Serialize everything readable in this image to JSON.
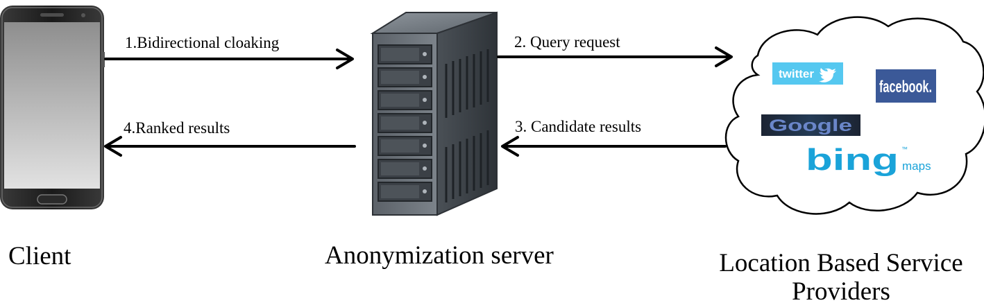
{
  "nodes": {
    "client": {
      "caption": "Client"
    },
    "server": {
      "caption": "Anonymization server"
    },
    "providers": {
      "caption_line1": "Location Based Service",
      "caption_line2": "Providers",
      "logos": {
        "twitter": "twitter",
        "facebook": "facebook.",
        "google": "Google",
        "bing": "bing",
        "bing_maps": "maps",
        "bing_tm": "™"
      }
    }
  },
  "edges": {
    "bidirectional_cloaking": "1.Bidirectional cloaking",
    "query_request": "2. Query request",
    "candidate_results": "3. Candidate results",
    "ranked_results": "4.Ranked results"
  },
  "colors": {
    "twitter_bg": "#55c8f0",
    "facebook_bg": "#3b5998",
    "bing_blue": "#1aa3d9",
    "google_bg": "#1c2433"
  }
}
